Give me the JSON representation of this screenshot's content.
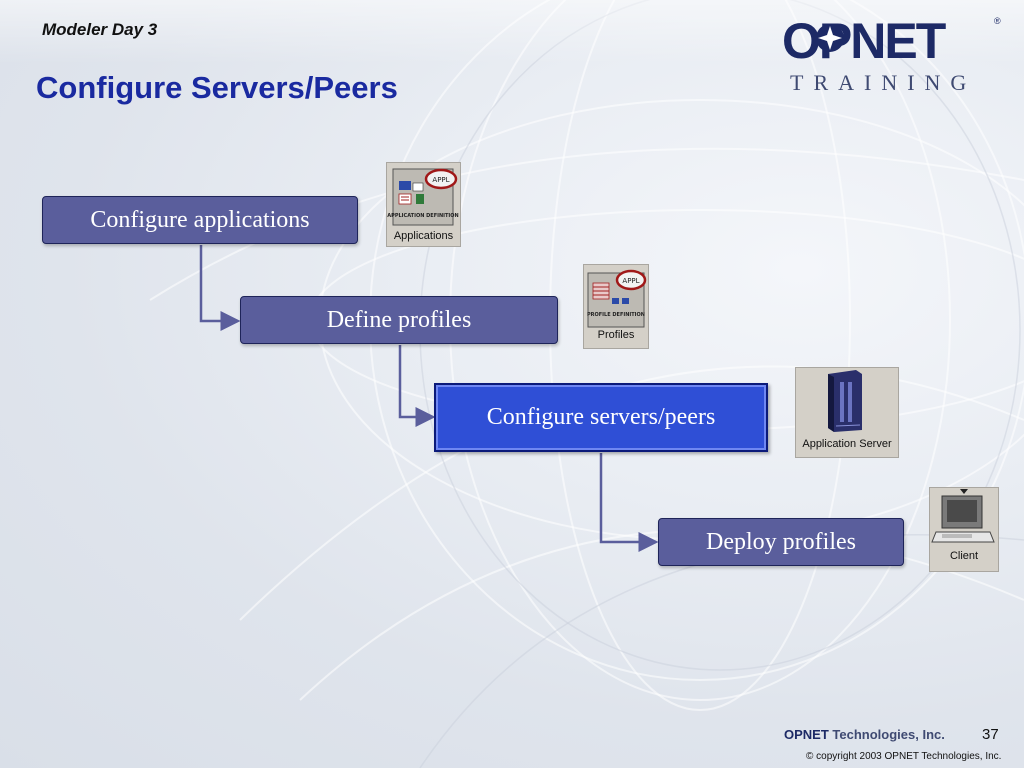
{
  "header": {
    "section_label": "Modeler Day 3",
    "logo_brand": "OPNET",
    "logo_subtitle": "TRAINING"
  },
  "page_title": "Configure Servers/Peers",
  "steps": [
    {
      "label": "Configure applications"
    },
    {
      "label": "Define profiles"
    },
    {
      "label": "Configure servers/peers",
      "active": true
    },
    {
      "label": "Deploy profiles"
    }
  ],
  "icon_tiles": [
    {
      "caption": "Applications",
      "badge": "APPL",
      "sub_label": "APPLICATION DEFINITION"
    },
    {
      "caption": "Profiles",
      "badge": "APPL",
      "sub_label": "PROFILE DEFINITION"
    },
    {
      "caption": "Application Server"
    },
    {
      "caption": "Client"
    }
  ],
  "footer": {
    "company_prefix": "OPNET",
    "company_rest": "Technologies, Inc.",
    "page_number": "37",
    "copyright": "© copyright 2003 OPNET Technologies, Inc."
  },
  "colors": {
    "title": "#1a2aa0",
    "step_fill": "#5a5e9c",
    "step_active_fill": "#2f4fd6",
    "connector": "#5a5e9c",
    "logo_navy": "#1d2a66"
  }
}
